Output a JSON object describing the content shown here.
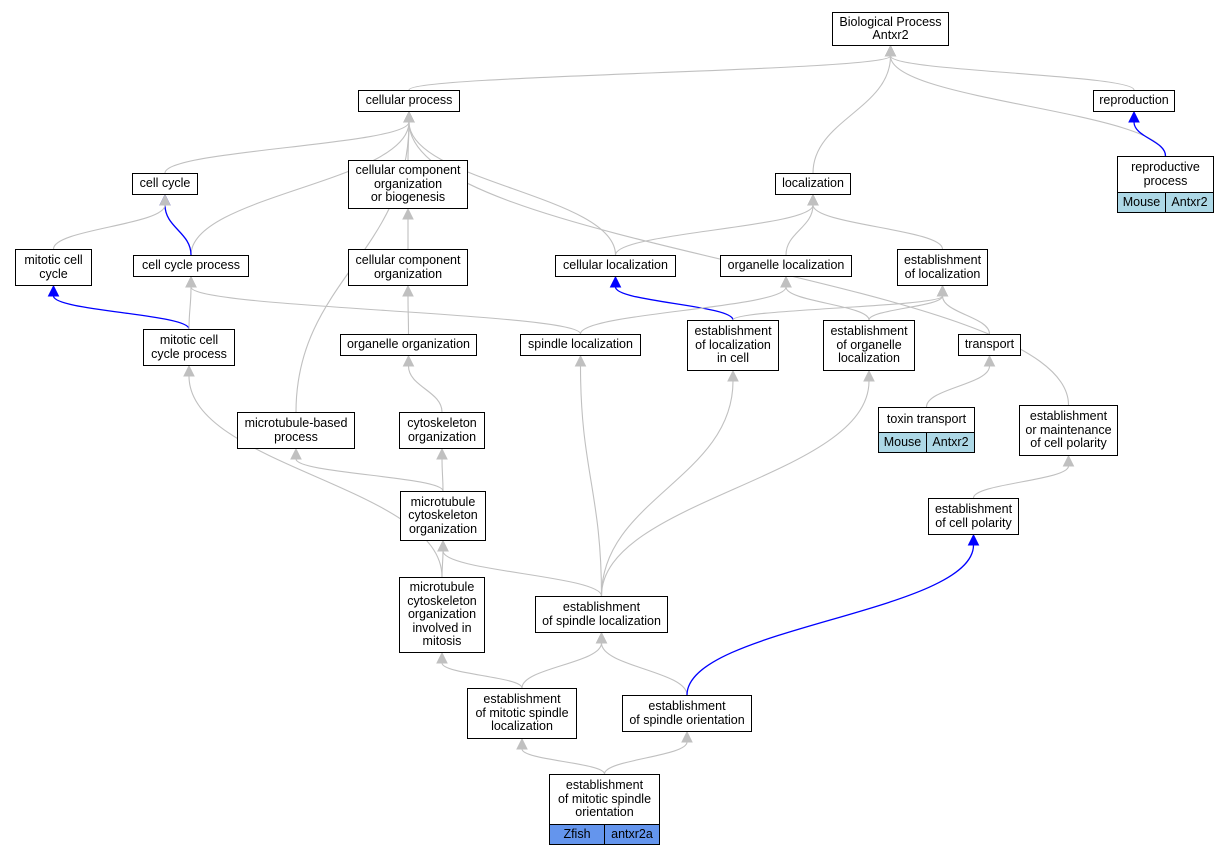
{
  "colors": {
    "grey_edge": "#c0c0c0",
    "blue_edge": "#0000ff",
    "mouse": "#add8e6",
    "zfish": "#6495ed"
  },
  "nodes": {
    "bp": {
      "label": "Biological Process\nAntxr2"
    },
    "cellular_process": {
      "label": "cellular process"
    },
    "reproduction": {
      "label": "reproduction"
    },
    "reproductive_process": {
      "label": "reproductive\nprocess",
      "species": "Mouse",
      "gene": "Antxr2"
    },
    "cell_cycle": {
      "label": "cell cycle"
    },
    "ccob": {
      "label": "cellular component\norganization\nor biogenesis"
    },
    "localization": {
      "label": "localization"
    },
    "mitotic_cell_cycle": {
      "label": "mitotic cell\ncycle"
    },
    "cell_cycle_process": {
      "label": "cell cycle process"
    },
    "cco": {
      "label": "cellular component\norganization"
    },
    "cellular_localization": {
      "label": "cellular localization"
    },
    "organelle_localization": {
      "label": "organelle localization"
    },
    "est_localization": {
      "label": "establishment\nof localization"
    },
    "mitotic_ccp": {
      "label": "mitotic cell\ncycle process"
    },
    "organelle_org": {
      "label": "organelle organization"
    },
    "spindle_loc": {
      "label": "spindle localization"
    },
    "est_loc_cell": {
      "label": "establishment\nof localization\nin cell"
    },
    "est_org_loc": {
      "label": "establishment\nof organelle\nlocalization"
    },
    "transport": {
      "label": "transport"
    },
    "mt_process": {
      "label": "microtubule-based\nprocess"
    },
    "cyto_org": {
      "label": "cytoskeleton\norganization"
    },
    "toxin_transport": {
      "label": "toxin transport",
      "species": "Mouse",
      "gene": "Antxr2"
    },
    "est_maint_polarity": {
      "label": "establishment\nor maintenance\nof cell polarity"
    },
    "mt_cyto_org": {
      "label": "microtubule\ncytoskeleton\norganization"
    },
    "est_cell_polarity": {
      "label": "establishment\nof cell polarity"
    },
    "mt_cyto_mitosis": {
      "label": "microtubule\ncytoskeleton\norganization\ninvolved in\nmitosis"
    },
    "est_spindle_loc": {
      "label": "establishment\nof spindle localization"
    },
    "est_mitotic_spindle_loc": {
      "label": "establishment\nof mitotic spindle\nlocalization"
    },
    "est_spindle_orient": {
      "label": "establishment\nof spindle orientation"
    },
    "est_mitotic_spindle_orient": {
      "label": "establishment\nof mitotic spindle\norientation",
      "species": "Zfish",
      "gene": "antxr2a"
    }
  },
  "edges": [
    {
      "from": "cellular_process",
      "to": "bp",
      "kind": "grey"
    },
    {
      "from": "reproduction",
      "to": "bp",
      "kind": "grey"
    },
    {
      "from": "reproductive_process",
      "to": "bp",
      "kind": "grey"
    },
    {
      "from": "localization",
      "to": "bp",
      "kind": "grey"
    },
    {
      "from": "reproductive_process",
      "to": "reproduction",
      "kind": "blue"
    },
    {
      "from": "cell_cycle",
      "to": "cellular_process",
      "kind": "grey"
    },
    {
      "from": "cell_cycle_process",
      "to": "cellular_process",
      "kind": "grey"
    },
    {
      "from": "mt_process",
      "to": "cellular_process",
      "kind": "grey"
    },
    {
      "from": "ccob",
      "to": "cellular_process",
      "kind": "grey"
    },
    {
      "from": "cellular_localization",
      "to": "cellular_process",
      "kind": "grey"
    },
    {
      "from": "est_maint_polarity",
      "to": "cellular_process",
      "kind": "grey"
    },
    {
      "from": "cell_cycle_process",
      "to": "cell_cycle",
      "kind": "blue"
    },
    {
      "from": "mitotic_cell_cycle",
      "to": "cell_cycle",
      "kind": "grey"
    },
    {
      "from": "mitotic_ccp",
      "to": "mitotic_cell_cycle",
      "kind": "blue"
    },
    {
      "from": "mitotic_ccp",
      "to": "cell_cycle_process",
      "kind": "grey"
    },
    {
      "from": "spindle_loc",
      "to": "cell_cycle_process",
      "kind": "grey"
    },
    {
      "from": "cco",
      "to": "ccob",
      "kind": "grey"
    },
    {
      "from": "organelle_org",
      "to": "cco",
      "kind": "grey"
    },
    {
      "from": "cyto_org",
      "to": "organelle_org",
      "kind": "grey"
    },
    {
      "from": "cellular_localization",
      "to": "localization",
      "kind": "grey"
    },
    {
      "from": "organelle_localization",
      "to": "localization",
      "kind": "grey"
    },
    {
      "from": "est_localization",
      "to": "localization",
      "kind": "grey"
    },
    {
      "from": "est_loc_cell",
      "to": "cellular_localization",
      "kind": "blue"
    },
    {
      "from": "spindle_loc",
      "to": "organelle_localization",
      "kind": "grey"
    },
    {
      "from": "est_org_loc",
      "to": "organelle_localization",
      "kind": "grey"
    },
    {
      "from": "est_loc_cell",
      "to": "est_localization",
      "kind": "grey"
    },
    {
      "from": "est_org_loc",
      "to": "est_localization",
      "kind": "grey"
    },
    {
      "from": "transport",
      "to": "est_localization",
      "kind": "grey"
    },
    {
      "from": "toxin_transport",
      "to": "transport",
      "kind": "grey"
    },
    {
      "from": "mt_cyto_org",
      "to": "mt_process",
      "kind": "grey"
    },
    {
      "from": "mt_cyto_org",
      "to": "cyto_org",
      "kind": "grey"
    },
    {
      "from": "mt_cyto_mitosis",
      "to": "mt_cyto_org",
      "kind": "grey"
    },
    {
      "from": "est_spindle_loc",
      "to": "mt_cyto_org",
      "kind": "grey"
    },
    {
      "from": "mt_cyto_mitosis",
      "to": "mitotic_ccp",
      "kind": "grey"
    },
    {
      "from": "est_spindle_loc",
      "to": "spindle_loc",
      "kind": "grey"
    },
    {
      "from": "est_spindle_loc",
      "to": "est_loc_cell",
      "kind": "grey"
    },
    {
      "from": "est_spindle_loc",
      "to": "est_org_loc",
      "kind": "grey"
    },
    {
      "from": "est_cell_polarity",
      "to": "est_maint_polarity",
      "kind": "grey"
    },
    {
      "from": "est_mitotic_spindle_loc",
      "to": "mt_cyto_mitosis",
      "kind": "grey"
    },
    {
      "from": "est_mitotic_spindle_loc",
      "to": "est_spindle_loc",
      "kind": "grey"
    },
    {
      "from": "est_spindle_orient",
      "to": "est_spindle_loc",
      "kind": "grey"
    },
    {
      "from": "est_spindle_orient",
      "to": "est_cell_polarity",
      "kind": "blue"
    },
    {
      "from": "est_mitotic_spindle_orient",
      "to": "est_mitotic_spindle_loc",
      "kind": "grey"
    },
    {
      "from": "est_mitotic_spindle_orient",
      "to": "est_spindle_orient",
      "kind": "grey"
    }
  ]
}
